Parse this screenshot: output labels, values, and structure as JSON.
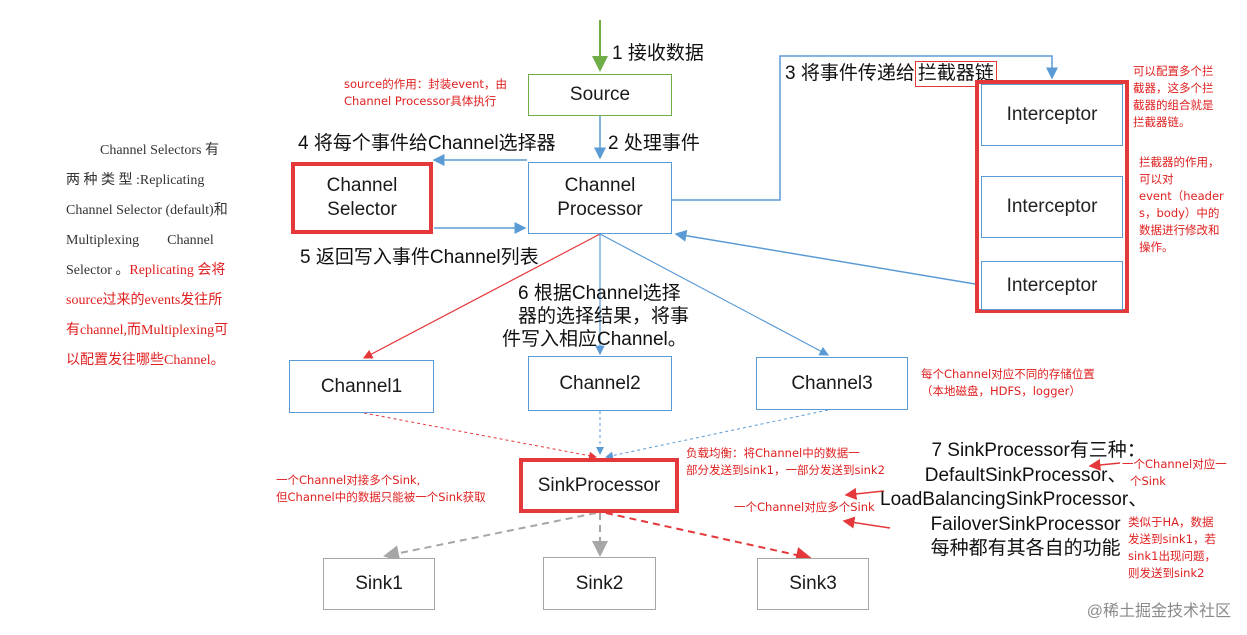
{
  "steps": {
    "s1": "1 接收数据",
    "s2": "2 处理事件",
    "s3_prefix": "3 将事件传递给",
    "s3_highlight": "拦截器链",
    "s4": "4 将每个事件给Channel选择器",
    "s5": "5 返回写入事件Channel列表",
    "s6_line1": "6 根据Channel选择",
    "s6_line2": "器的选择结果，将事",
    "s6_line3": "件写入相应Channel。",
    "s7_line1": "7 SinkProcessor有三种：",
    "s7_line2": "DefaultSinkProcessor、",
    "s7_line3": "LoadBalancingSinkProcessor、",
    "s7_line4": "FailoverSinkProcessor",
    "s7_line5": "每种都有其各自的功能"
  },
  "nodes": {
    "source": "Source",
    "channel_selector_line1": "Channel",
    "channel_selector_line2": "Selector",
    "channel_processor_line1": "Channel",
    "channel_processor_line2": "Processor",
    "interceptor1": "Interceptor",
    "interceptor2": "Interceptor",
    "interceptor3": "Interceptor",
    "channel1": "Channel1",
    "channel2": "Channel2",
    "channel3": "Channel3",
    "sink_processor": "SinkProcessor",
    "sink1": "Sink1",
    "sink2": "Sink2",
    "sink3": "Sink3"
  },
  "notes": {
    "source_note_line1": "source的作用：封装event，由",
    "source_note_line2": "Channel Processor具体执行",
    "interceptor_chain_note_1": "可以配置多个拦",
    "interceptor_chain_note_2": "截器，这多个拦",
    "interceptor_chain_note_3": "截器的组合就是",
    "interceptor_chain_note_4": "拦截器链。",
    "interceptor_role_1": "拦截器的作用，",
    "interceptor_role_2": "可以对",
    "interceptor_role_3": "event（header",
    "interceptor_role_4": "s，body）中的",
    "interceptor_role_5": "数据进行修改和",
    "interceptor_role_6": "操作。",
    "channel_storage_1": "每个Channel对应不同的存储位置",
    "channel_storage_2": "（本地磁盘，HDFS，logger）",
    "sink_channel_1": "一个Channel对接多个Sink,",
    "sink_channel_2": "但Channel中的数据只能被一个Sink获取",
    "load_balance_1": "负载均衡：将Channel中的数据一",
    "load_balance_2": "部分发送到sink1，一部分发送到sink2",
    "default_note_1": "一个Channel对应一",
    "default_note_2": "个Sink",
    "lb_note": "一个Channel对应多个Sink",
    "failover_1": "类似于HA，数据",
    "failover_2": "发送到sink1，若",
    "failover_3": "sink1出现问题，",
    "failover_4": "则发送到sink2"
  },
  "left_description": {
    "line1": "Channel  Selectors 有",
    "line2": "两 种 类 型 :Replicating",
    "line3": "Channel Selector (default)和",
    "line4": "Multiplexing        Channel",
    "line5_a": "Selector 。",
    "line5_b": "Replicating 会将",
    "line6": "source过来的events发往所",
    "line7": "有channel,而Multiplexing可",
    "line8": "以配置发往哪些Channel。"
  },
  "watermark": "@稀土掘金技术社区",
  "colors": {
    "blue_line": "#5b9bd5",
    "green_line": "#70ad47",
    "red": "#e5383b",
    "gray_line": "#a6a6a6"
  }
}
